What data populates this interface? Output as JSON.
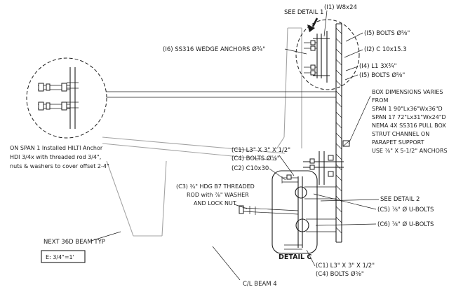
{
  "labels": {
    "see_detail_1": "SEE DETAIL 1",
    "i1": "(I1) W8x24",
    "i6": "(I6) SS316 WEDGE ANCHORS Ø¾\"",
    "i5_top": "(I5) BOLTS Ø⅝\"",
    "i2": "(I2) C 10x15.3",
    "i4": "(I4) L1 3X¾\"",
    "i5_bottom": "(I5) BOLTS Ø⅝\"",
    "see_detail_2": "SEE DETAIL 2",
    "c5": "(C5) ⅞\" Ø U-BOLTS",
    "c6": "(C6) ⅞\" Ø U-BOLTS",
    "c1_mid": "(C1) L3\" X 3\" X 1/2\"",
    "c4_mid": "(C4) BOLTS Ø⅝\"",
    "c2": "(C2) C10x30",
    "next_beam": "NEXT 36D BEAM TYP",
    "scale_tag": "E: 3/4\"=1'",
    "detail_c_title": "DETAIL C",
    "c1_bottom": "(C1) L3\" X 3\" X 1/2\"",
    "c4_bottom": "(C4) BOLTS Ø⅝\"",
    "cl_beam": "C/L BEAM 4"
  },
  "notes": {
    "box": [
      "BOX DIMENSIONS VARIES",
      "FROM",
      "SPAN 1 90\"Lx36\"Wx36\"D",
      "SPAN 17 72\"Lx31\"Wx24\"D",
      "NEMA 4X SS316 PULL BOX",
      "STRUT CHANNEL ON",
      "PARAPET SUPPORT",
      "USE ⅞\" X 5-1/2\" ANCHORS"
    ],
    "hilti": [
      "ON SPAN 1 Installed HILTI Anchor",
      "HDI 3/4x with threaded rod 3/4\",",
      "nuts & washers to cover offset 2-4\""
    ],
    "c3": [
      "(C3) ¾\" HDG B7 THREADED",
      "ROD with ⅞\" WASHER",
      "AND LOCK NUT"
    ]
  },
  "colors": {
    "line": "#1c1c1c",
    "concrete": "#a3a3a3",
    "background": "#ffffff"
  }
}
